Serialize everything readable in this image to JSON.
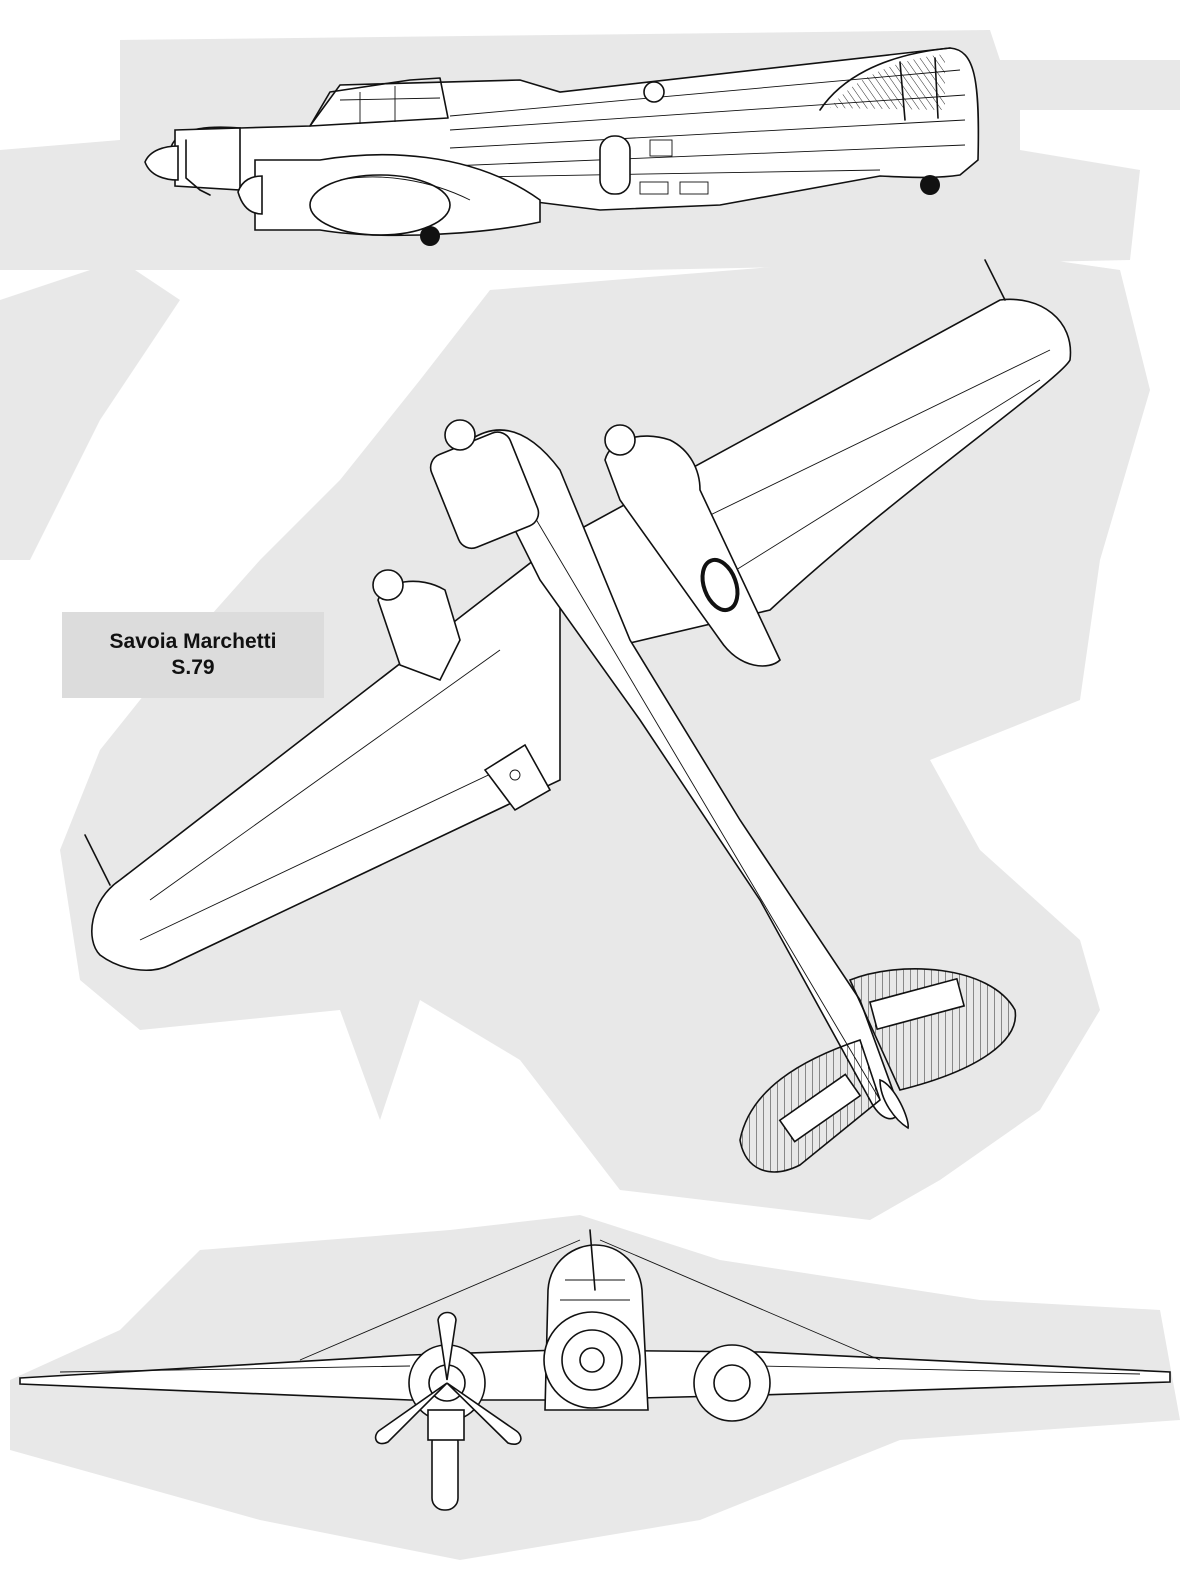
{
  "caption": {
    "line1": "Savoia Marchetti",
    "line2": "S.79"
  },
  "views": [
    "side-view",
    "plan-view",
    "front-view"
  ]
}
